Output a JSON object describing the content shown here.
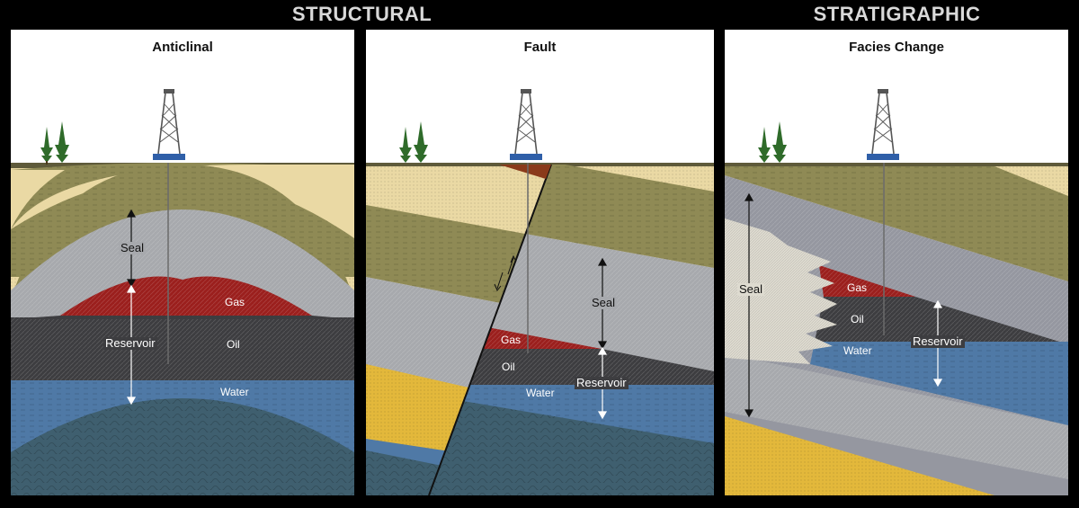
{
  "headers": {
    "structural": "STRUCTURAL",
    "stratigraphic": "STRATIGRAPHIC"
  },
  "panels": [
    {
      "title": "Anticlinal",
      "labels": {
        "seal": "Seal",
        "gas": "Gas",
        "reservoir": "Reservoir",
        "oil": "Oil",
        "water": "Water"
      }
    },
    {
      "title": "Fault",
      "labels": {
        "seal": "Seal",
        "gas": "Gas",
        "oil": "Oil",
        "reservoir": "Reservoir",
        "water": "Water"
      }
    },
    {
      "title": "Facies Change",
      "labels": {
        "seal": "Seal",
        "gas": "Gas",
        "oil": "Oil",
        "reservoir": "Reservoir",
        "water": "Water"
      }
    }
  ],
  "colors": {
    "background": "#000000",
    "sky": "#ffffff",
    "ground": "#5e5a3a",
    "tan_sand": "#ead9a4",
    "olive_shale": "#8f8a55",
    "gray_seal": "#a7a9ad",
    "gray_dark_seal": "#9597a0",
    "gas": "#9b1f1d",
    "oil": "#3d3d40",
    "water": "#4f79a6",
    "deep_water_rock": "#3f5f6f",
    "yellow_sand": "#e3b83b",
    "light_facies": "#dedbd0",
    "rig": "#555555",
    "rig_base": "#2f5fa8",
    "tree": "#2f6b2a"
  }
}
